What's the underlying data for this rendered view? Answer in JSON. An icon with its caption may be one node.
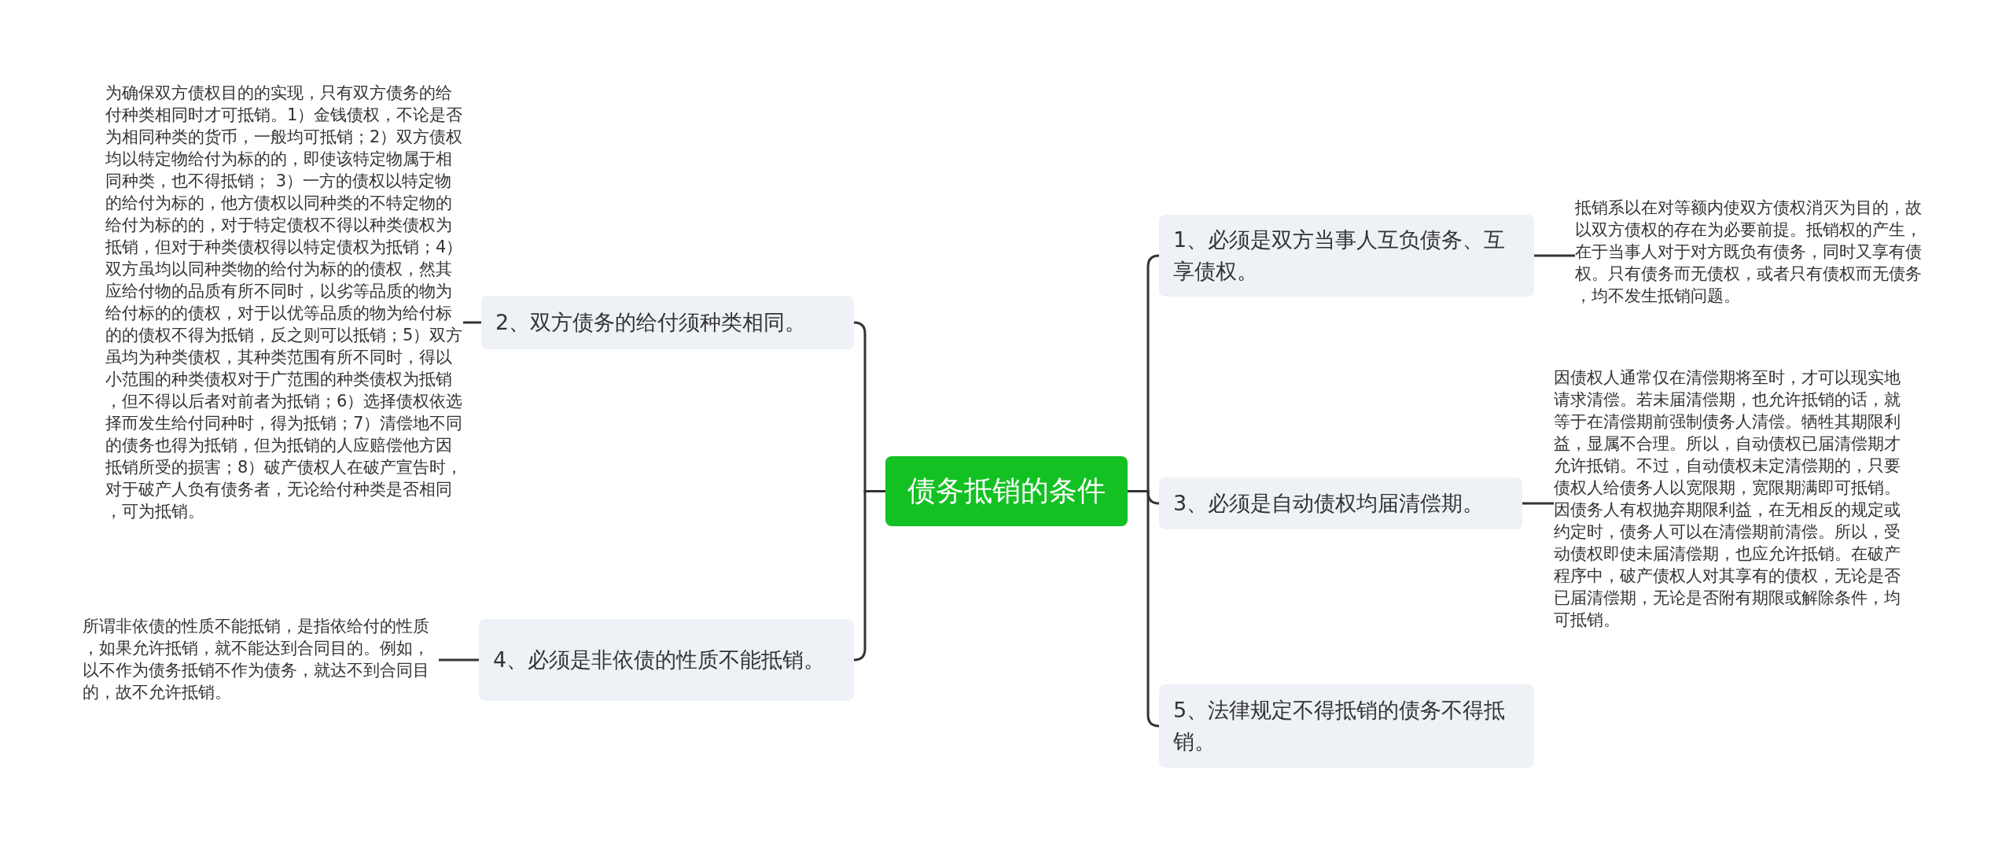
{
  "diagram": {
    "nodes": [
      {
        "text": [
          "债务抵销的条件"
        ]
      },
      {
        "text": [
          "1、必须是双方当事人互负债务、互享债权。"
        ]
      },
      {
        "text": [
          "2、双方债务的给付须种类相同。"
        ]
      },
      {
        "text": [
          "3、必须是自动债权均届清偿期。"
        ]
      },
      {
        "text": [
          "4、必须是非依债的性质不能抵销。"
        ]
      },
      {
        "text": [
          "5、法律规定不得抵销的债务不得抵销。"
        ]
      },
      {
        "text": [
          "抵销系以在对等额内使双方债权消灭为目的，故以双方债权的存在为必要前提。抵销权的产生，在于当事人对于对方既负有债务，同时又享有债权。只有债务而无债权，或者只有债权而无债务，均不发生抵销问题。"
        ]
      },
      {
        "text": [
          "为确保双方债权目的的实现，只有双方债务的给付种类相同时才可抵销。1）金钱债权，不论是否为相同种类的货币，一般均可抵销；2）双方债权均以特定物给付为标的的，即使该特定物属于相同种类，也不得抵销； 3）一方的债权以特定物的给付为标的，他方债权以同种类的不特定物的给付为标的的，对于特定债权不得以种类债权为抵销，但对于种类债权得以特定债权为抵销；4）双方虽均以同种类物的给付为标的的债权，然其应给付物的品质有所不同时，以劣等品质的物为给付标的的债权，对于以优等品质的物为给付标的的债权不得为抵销，反之则可以抵销；5）双方虽均为种类债权，其种类范围有所不同时，得以小范围的种类债权对于广范围的种类债权为抵销，但不得以后者对前者为抵销；6）选择债权依选择而发生给付同种时，得为抵销；7）清偿地不同的债务也得为抵销，但为抵销的人应赔偿他方因抵销所受的损害；8）破产债权人在破产宣告时，对于破产人负有债务者，无论给付种类是否相同，可为抵销。"
        ]
      },
      {
        "text": [
          "因债权人通常仅在清偿期将至时，才可以现实地请求清偿。若未届清偿期，也允许抵销的话，就等于在清偿期前强制债务人清偿。牺牲其期限利益，显属不合理。所以，自动债权已届清偿期才允许抵销。不过，自动债权未定清偿期的，只要债权人给债务人以宽限期，宽限期满即可抵销。因债务人有权抛弃期限利益，在无相反的规定或约定时，债务人可以在清偿期前清偿。所以，受动债权即使未届清偿期，也应允许抵销。在破产程序中，破产债权人对其享有的债权，无论是否已届清偿期，无论是否附有期限或解除条件，均可抵销。"
        ]
      },
      {
        "text": [
          "所谓非依债的性质不能抵销，是指依给付的性质，如果允许抵销，就不能达到合同目的。例如，以不作为债务抵销不作为债务，就达不到合同目的，故不允许抵销。"
        ]
      }
    ],
    "edges": [
      {
        "from": 0,
        "to": 1,
        "arrow": "none"
      },
      {
        "from": 0,
        "to": 2,
        "arrow": "none"
      },
      {
        "from": 0,
        "to": 3,
        "arrow": "none"
      },
      {
        "from": 0,
        "to": 4,
        "arrow": "none"
      },
      {
        "from": 0,
        "to": 5,
        "arrow": "none"
      },
      {
        "from": 1,
        "to": 6,
        "arrow": "none"
      },
      {
        "from": 2,
        "to": 7,
        "arrow": "none"
      },
      {
        "from": 3,
        "to": 8,
        "arrow": "none"
      },
      {
        "from": 4,
        "to": 9,
        "arrow": "none"
      }
    ]
  }
}
